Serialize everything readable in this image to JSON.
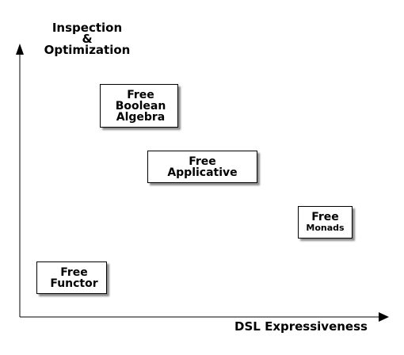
{
  "y_axis": {
    "title_lines": [
      "Inspection",
      "&",
      "Optimization"
    ]
  },
  "x_axis": {
    "title": "DSL Expressiveness"
  },
  "nodes": [
    {
      "id": "boolean",
      "lines": [
        "Free",
        "Boolean",
        "Algebra"
      ]
    },
    {
      "id": "applicative",
      "lines": [
        "Free",
        "Applicative"
      ]
    },
    {
      "id": "monads",
      "lines": [
        "Free",
        "Monads"
      ]
    },
    {
      "id": "functor",
      "lines": [
        "Free",
        "Functor"
      ]
    }
  ],
  "colors": {
    "line": "#000000",
    "box_fill": "#ffffff",
    "text": "#000000"
  }
}
